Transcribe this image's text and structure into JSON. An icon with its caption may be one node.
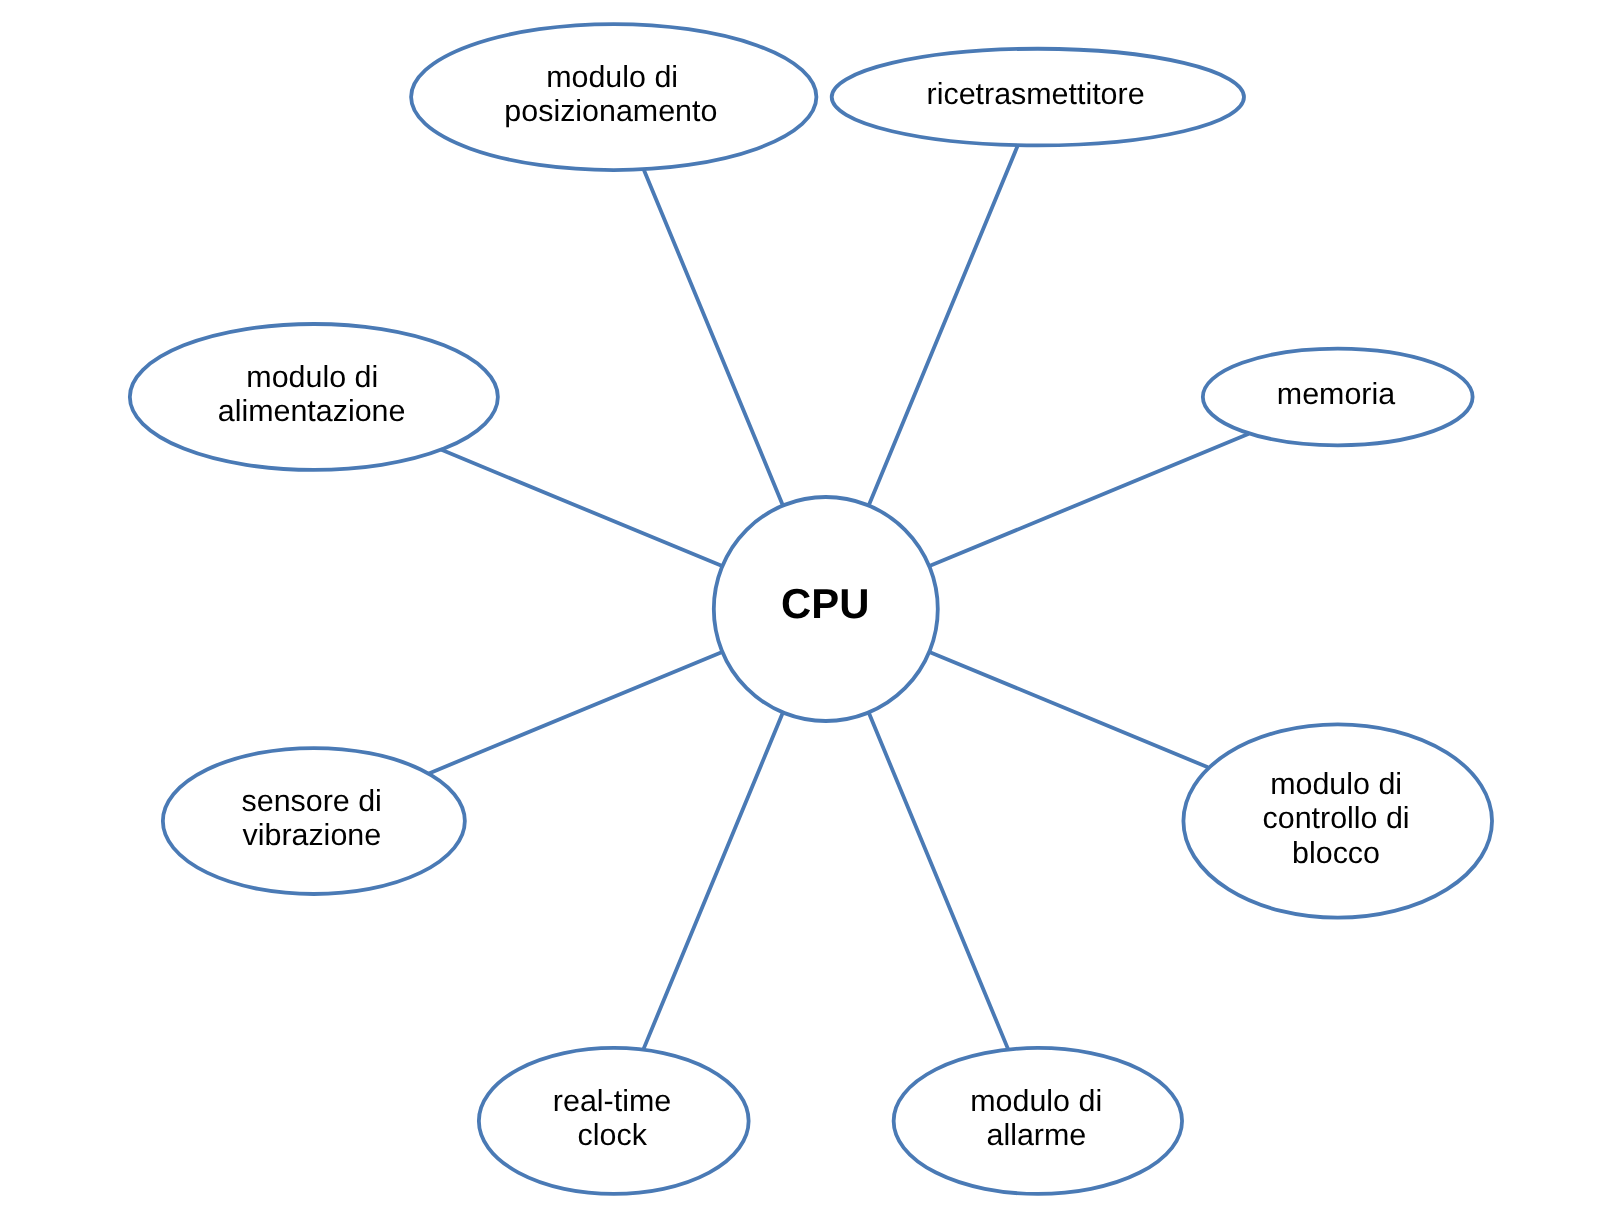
{
  "diagram": {
    "nodes": [
      {
        "text": [
          "CPU"
        ]
      },
      {
        "text": [
          "memoria"
        ]
      },
      {
        "text": [
          "ricetrasmettitore"
        ]
      },
      {
        "text": [
          "modulo di posizionamento"
        ]
      },
      {
        "text": [
          "modulo di alimentazione"
        ]
      },
      {
        "text": [
          "sensore di vibrazione"
        ]
      },
      {
        "text": [
          "real-time clock"
        ]
      },
      {
        "text": [
          "modulo di allarme"
        ]
      },
      {
        "text": [
          "modulo di controllo di blocco"
        ]
      }
    ],
    "edges": [
      {
        "from": 0,
        "to": 5,
        "arrow": "none"
      },
      {
        "from": 0,
        "to": 3,
        "arrow": "none"
      },
      {
        "from": 0,
        "to": 1,
        "arrow": "none"
      },
      {
        "from": 0,
        "to": 2,
        "arrow": "none"
      },
      {
        "from": 0,
        "to": 4,
        "arrow": "none"
      },
      {
        "from": 0,
        "to": 6,
        "arrow": "none"
      },
      {
        "from": 0,
        "to": 8,
        "arrow": "none"
      },
      {
        "from": 0,
        "to": 7,
        "arrow": "none"
      }
    ]
  }
}
